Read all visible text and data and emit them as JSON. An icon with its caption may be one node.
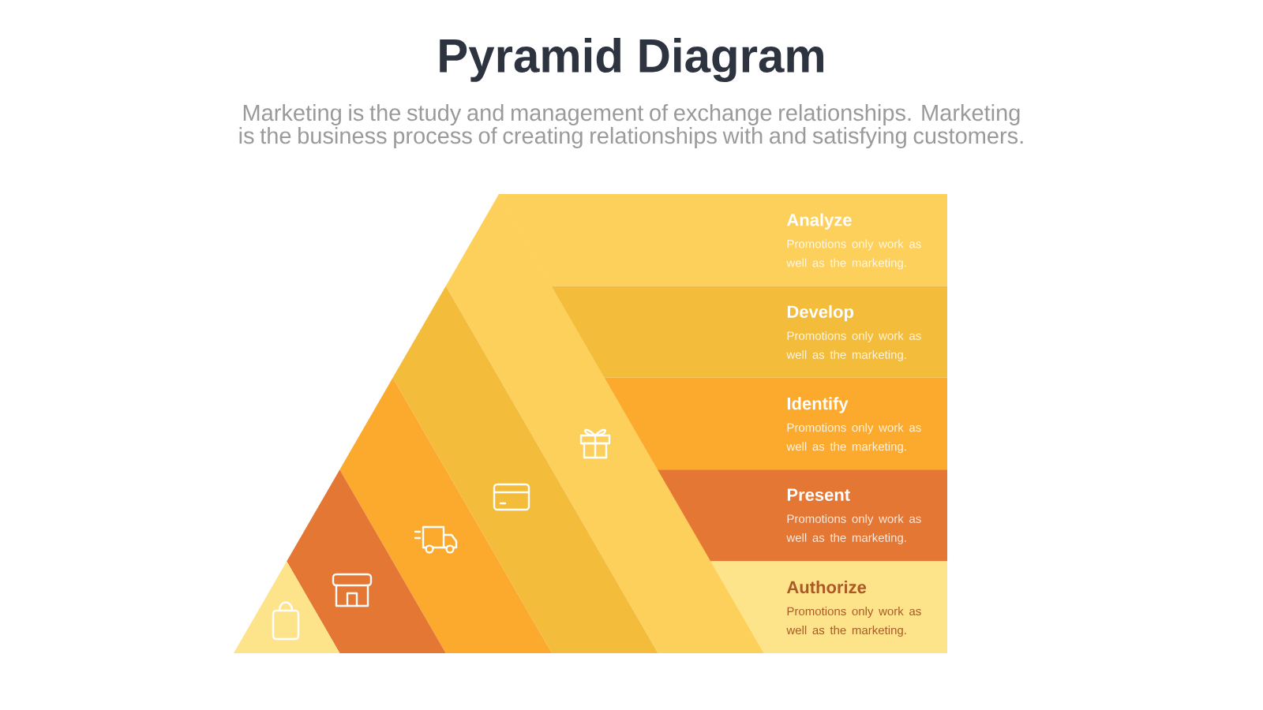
{
  "diagram": {
    "title": "Pyramid Diagram",
    "nodes": [
      {
        "text": [
          "Analyze",
          "Promotions only work as well as the marketing."
        ]
      },
      {
        "text": [
          "Develop",
          "Promotions only work as well as the marketing."
        ]
      },
      {
        "text": [
          "Identify",
          "Promotions only work as well as the marketing."
        ]
      },
      {
        "text": [
          "Present",
          "Promotions only work as well as the marketing."
        ]
      },
      {
        "text": [
          "Authorize",
          "Promotions only work as well as the marketing."
        ]
      }
    ],
    "labels": [
      "Marketing is the study and management of exchange relationships. Marketing is the business process of creating relationships with and satisfying customers."
    ]
  }
}
